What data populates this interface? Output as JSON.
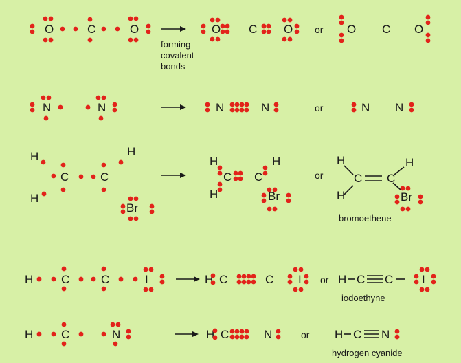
{
  "colors": {
    "background": "#d7f0a6",
    "electron": "#e2231a",
    "ink": "#1a1a1a"
  },
  "connector": "or",
  "rows": [
    {
      "id": "co2",
      "reactants": {
        "o1": "O",
        "c": "C",
        "o2": "O"
      },
      "arrow_caption": [
        "forming",
        "covalent",
        "bonds"
      ],
      "dot_product": {
        "o1": "O",
        "c": "C",
        "o2": "O"
      },
      "line_product": {
        "o1": "O",
        "c": "C",
        "o2": "O"
      },
      "name": ""
    },
    {
      "id": "n2",
      "reactants": {
        "n1": "N",
        "n2": "N"
      },
      "dot_product": {
        "n1": "N",
        "n2": "N"
      },
      "line_product": {
        "n1": "N",
        "n2": "N"
      },
      "name": ""
    },
    {
      "id": "bromoethene",
      "reactants": {
        "h1": "H",
        "h2": "H",
        "c1": "C",
        "c2": "C",
        "h3": "H",
        "br": "Br"
      },
      "dot_product": {
        "h1": "H",
        "h2": "H",
        "c1": "C",
        "c2": "C",
        "h3": "H",
        "br": "Br"
      },
      "line_product": {
        "h1": "H",
        "h2": "H",
        "c1": "C",
        "c2": "C",
        "h3": "H",
        "br": "Br"
      },
      "name": "bromoethene"
    },
    {
      "id": "iodoethyne",
      "reactants": {
        "h": "H",
        "c1": "C",
        "c2": "C",
        "i": "I"
      },
      "dot_product": {
        "h": "H",
        "c1": "C",
        "c2": "C",
        "i": "I"
      },
      "line_product": {
        "h": "H",
        "c1": "C",
        "c2": "C",
        "i": "I"
      },
      "name": "iodoethyne"
    },
    {
      "id": "hcn",
      "reactants": {
        "h": "H",
        "c": "C",
        "n": "N"
      },
      "dot_product": {
        "h": "H",
        "c": "C",
        "n": "N"
      },
      "line_product": {
        "h": "H",
        "c": "C",
        "n": "N"
      },
      "name": "hydrogen cyanide"
    }
  ]
}
